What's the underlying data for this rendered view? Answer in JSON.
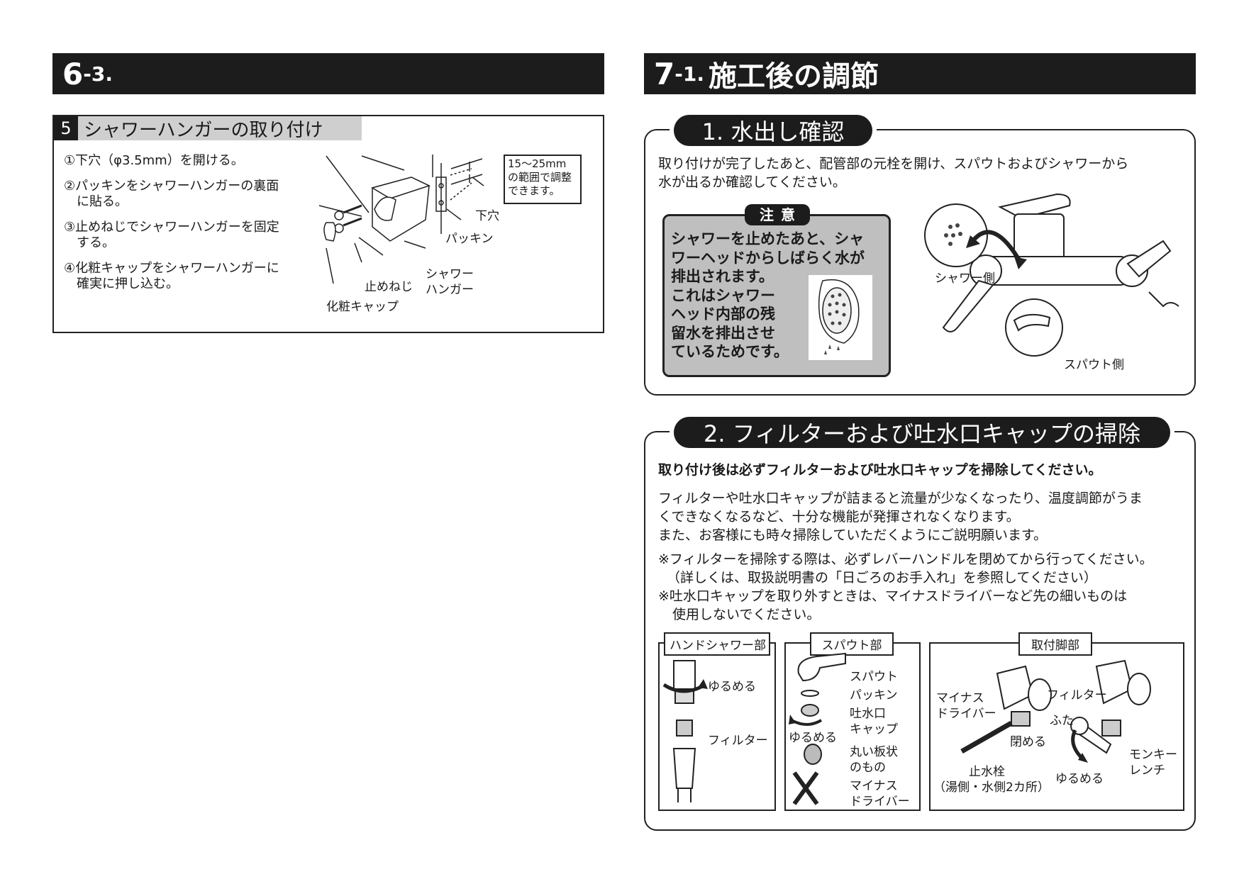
{
  "left": {
    "header": {
      "num": "6",
      "sub": "-3.",
      "title": ""
    },
    "section": {
      "num": "5",
      "title": "シャワーハンガーの取り付け",
      "steps": [
        "①下穴（φ3.5mm）を開ける。",
        "②パッキンをシャワーハンガーの裏面",
        "　に貼る。",
        "③止めねじでシャワーハンガーを固定",
        "　する。",
        "④化粧キャップをシャワーハンガーに",
        "　確実に押し込む。"
      ],
      "figure": {
        "range_note": [
          "15〜25mm",
          "の範囲で調整",
          "できます。"
        ],
        "shitaana": "下穴",
        "packing": "パッキン",
        "hanger": [
          "シャワー",
          "ハンガー"
        ],
        "screw": "止めねじ",
        "cap": "化粧キャップ"
      }
    }
  },
  "right": {
    "header": {
      "num": "7",
      "sub": "-1.",
      "title": "施工後の調節"
    },
    "s1": {
      "title": "1. 水出し確認",
      "text": [
        "取り付けが完了したあと、配管部の元栓を開け、スパウトおよびシャワーから",
        "水が出るか確認してください。"
      ],
      "caution": {
        "title": "注意",
        "lines": [
          "シャワーを止めたあと、シャ",
          "ワーヘッドからしばらく水が",
          "排出されます。",
          "これはシャワー",
          "ヘッド内部の残",
          "留水を排出させ",
          "ているためです。"
        ]
      },
      "shower_side": "シャワー側",
      "spout_side": "スパウト側"
    },
    "s2": {
      "title": "2. フィルターおよび吐水口キャップの掃除",
      "bold": "取り付け後は必ずフィルターおよび吐水口キャップを掃除してください。",
      "text": [
        "フィルターや吐水口キャップが詰まると流量が少なくなったり、温度調節がうま",
        "くできなくなるなど、十分な機能が発揮されなくなります。",
        "また、お客様にも時々掃除していただくようにご説明願います。"
      ],
      "notes": [
        "※フィルターを掃除する際は、必ずレバーハンドルを閉めてから行ってください。",
        "（詳しくは、取扱説明書の「日ごろのお手入れ」を参照してください）",
        "※吐水口キャップを取り外すときは、マイナスドライバーなど先の細いものは",
        "使用しないでください。"
      ],
      "box1": {
        "title": "ハンドシャワー部",
        "loosen": "ゆるめる",
        "filter": "フィルター"
      },
      "box2": {
        "title": "スパウト部",
        "spout": "スパウト",
        "packing": "パッキン",
        "cap": [
          "吐水口",
          "キャップ"
        ],
        "loosen": "ゆるめる",
        "plate": [
          "丸い板状",
          "のもの"
        ],
        "driver": [
          "マイナス",
          "ドライバー"
        ]
      },
      "box3": {
        "title": "取付脚部",
        "driver": [
          "マイナス",
          "ドライバー"
        ],
        "close": "閉める",
        "stopcock": [
          "止水栓",
          "（湯側・水側2カ所）"
        ],
        "filter": "フィルター",
        "lid": "ふた",
        "loosen": "ゆるめる",
        "wrench": [
          "モンキー",
          "レンチ"
        ]
      }
    }
  }
}
